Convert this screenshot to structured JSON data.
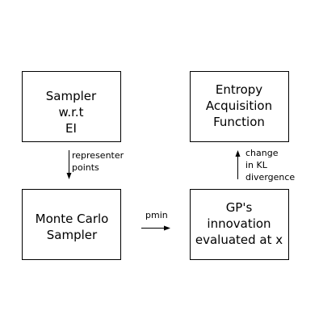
{
  "diagram": {
    "nodes": {
      "sampler_ei": {
        "lines": [
          "Sampler",
          "w.r.t",
          "EI"
        ]
      },
      "entropy": {
        "lines": [
          "Entropy",
          "Acquisition",
          "Function"
        ]
      },
      "monte_carlo": {
        "lines": [
          "Monte Carlo",
          "Sampler"
        ]
      },
      "gp_innovation": {
        "lines": [
          "GP's",
          "innovation",
          "evaluated at x"
        ]
      }
    },
    "edges": {
      "representer": {
        "lines": [
          "representer",
          "points"
        ]
      },
      "pmin": {
        "lines": [
          "pmin"
        ]
      },
      "kl": {
        "lines": [
          "change",
          "in KL",
          "divergence"
        ]
      }
    }
  }
}
